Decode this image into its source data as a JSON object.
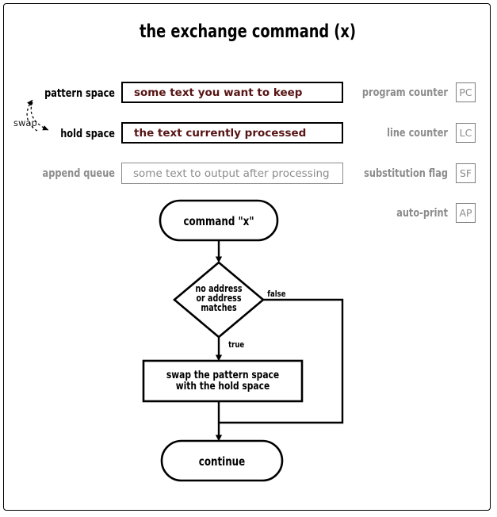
{
  "title": "the exchange command (x)",
  "buffers": [
    {
      "label": "pattern space",
      "value": "some text you want to keep",
      "state": "filled"
    },
    {
      "label": "hold space",
      "value": "the text currently processed",
      "state": "filled"
    },
    {
      "label": "append queue",
      "value": "some text to output after processing",
      "state": "empty"
    }
  ],
  "swap_annotation": {
    "label": "swap",
    "icon": "dashed-double-arrow-icon"
  },
  "registers": [
    {
      "label": "program counter",
      "badge": "PC"
    },
    {
      "label": "line counter",
      "badge": "LC"
    },
    {
      "label": "substitution flag",
      "badge": "SF"
    },
    {
      "label": "auto-print",
      "badge": "AP"
    }
  ],
  "flowchart": {
    "nodes": {
      "start": {
        "text": "command \"x\"",
        "shape": "rounded"
      },
      "decision": {
        "line1": "no address",
        "line2": "or address",
        "line3": "matches",
        "shape": "diamond"
      },
      "action": {
        "line1": "swap the pattern space",
        "line2": "with the hold space",
        "shape": "rect"
      },
      "end": {
        "text": "continue",
        "shape": "rounded"
      }
    },
    "edges": {
      "true_label": "true",
      "false_label": "false"
    }
  },
  "colors": {
    "text": "#000000",
    "muted": "#8c8c8c",
    "value": "#571414",
    "border": "#000000",
    "muted_border": "#8c8c8c"
  }
}
